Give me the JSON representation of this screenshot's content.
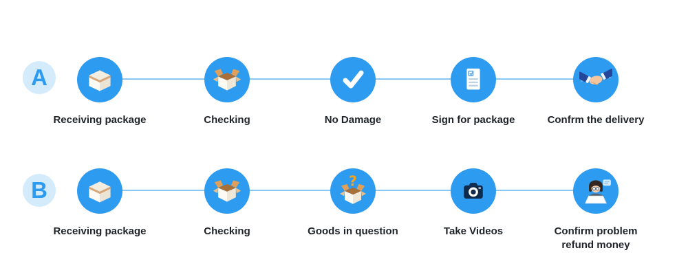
{
  "diagram": {
    "accent_color": "#2d9bf0",
    "connector_color": "#87c7f6",
    "rows": [
      {
        "label": "A",
        "steps": [
          {
            "label": "Receiving package",
            "icon": "package-box-icon"
          },
          {
            "label": "Checking",
            "icon": "open-box-icon"
          },
          {
            "label": "No Damage",
            "icon": "checkmark-icon"
          },
          {
            "label": "Sign for package",
            "icon": "sign-document-icon"
          },
          {
            "label": "Confrm the delivery",
            "icon": "handshake-icon"
          }
        ]
      },
      {
        "label": "B",
        "steps": [
          {
            "label": "Receiving package",
            "icon": "package-box-icon"
          },
          {
            "label": "Checking",
            "icon": "open-box-icon"
          },
          {
            "label": "Goods in question",
            "icon": "question-box-icon"
          },
          {
            "label": "Take Videos",
            "icon": "camera-icon"
          },
          {
            "label": "Confirm problem refund money",
            "icon": "customer-service-icon"
          }
        ]
      }
    ]
  }
}
